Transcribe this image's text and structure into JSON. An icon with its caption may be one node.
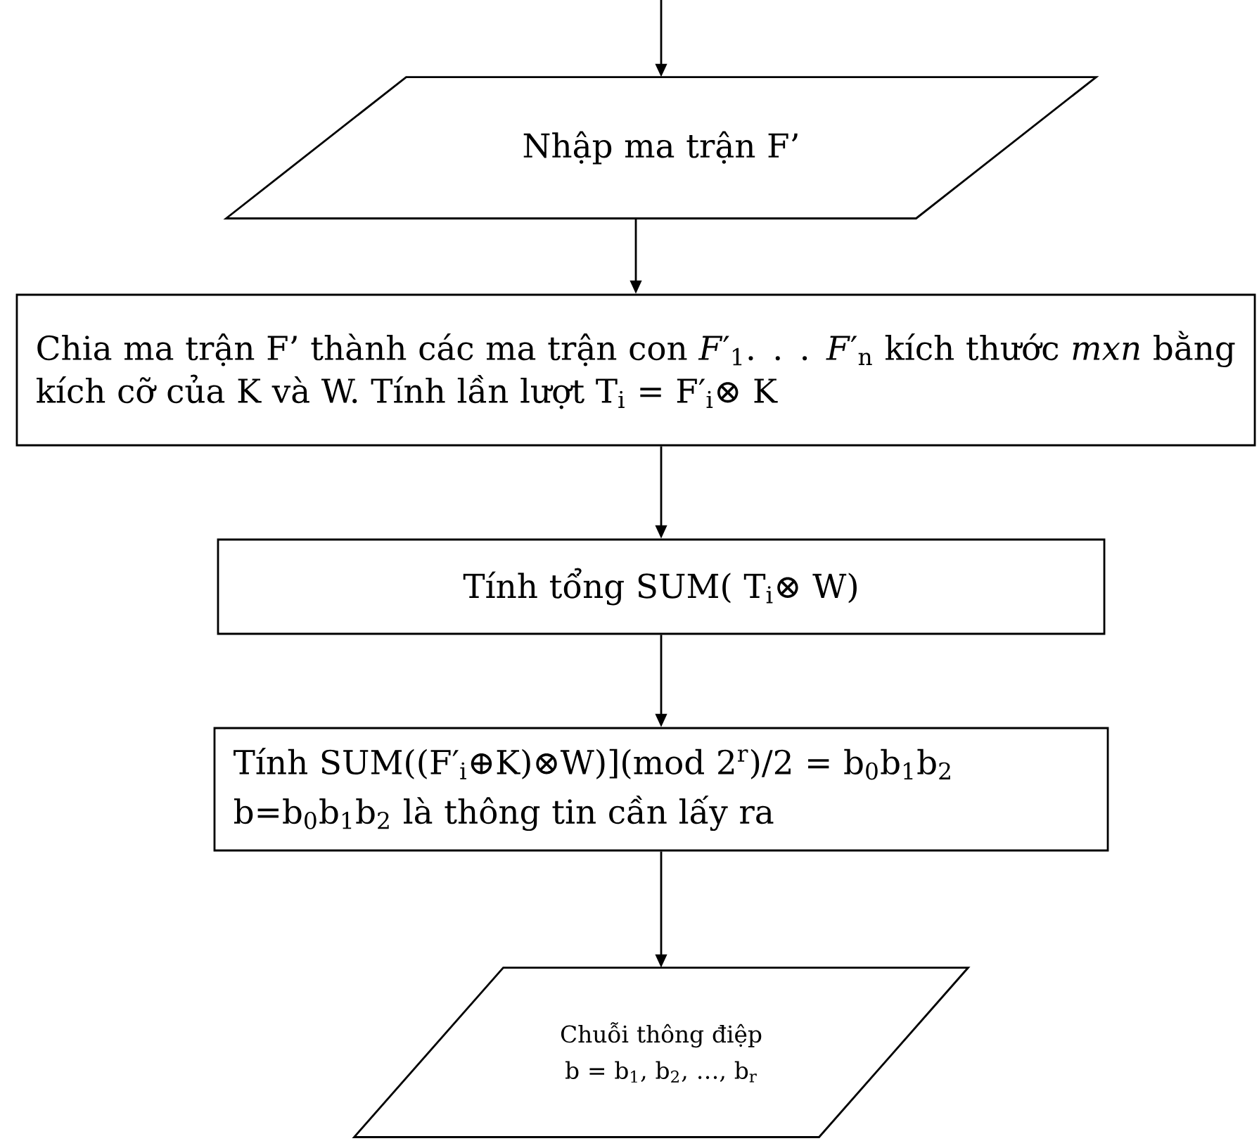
{
  "diagram": {
    "nodes": [
      {
        "text": [
          "Nhập ma trận F’"
        ]
      },
      {
        "text": [
          "Chia ma trận F’ thành các ma trận con *F*′$_{1}$. . . *F*′$_{n}$ kích thước *mxn* bằng kích cỡ của K và W. Tính lần lượt T$_{i}$ = F′$_{i}$⊗ K"
        ]
      },
      {
        "text": [
          "Tính tổng SUM( T$_{i}$⊗ W)"
        ]
      },
      {
        "text": [
          "Tính SUM((F′$_{i}$⊕K)⊗W)](mod 2$^{r}$)/2 = b$_{0}$b$_{1}$b$_{2}$",
          "b=b$_{0}$b$_{1}$b$_{2}$  là thông tin cần lấy ra"
        ]
      },
      {
        "text": [
          "Chuỗi thông điệp",
          "b = b$_{1}$, b$_{2}$, …, b$_{r}$"
        ]
      }
    ],
    "edges": [
      {
        "from": null,
        "to": 0,
        "arrow": "to"
      },
      {
        "from": 0,
        "to": 1,
        "arrow": "to"
      },
      {
        "from": 1,
        "to": 2,
        "arrow": "to"
      },
      {
        "from": 2,
        "to": 3,
        "arrow": "to"
      },
      {
        "from": 3,
        "to": 4,
        "arrow": "to"
      }
    ]
  }
}
